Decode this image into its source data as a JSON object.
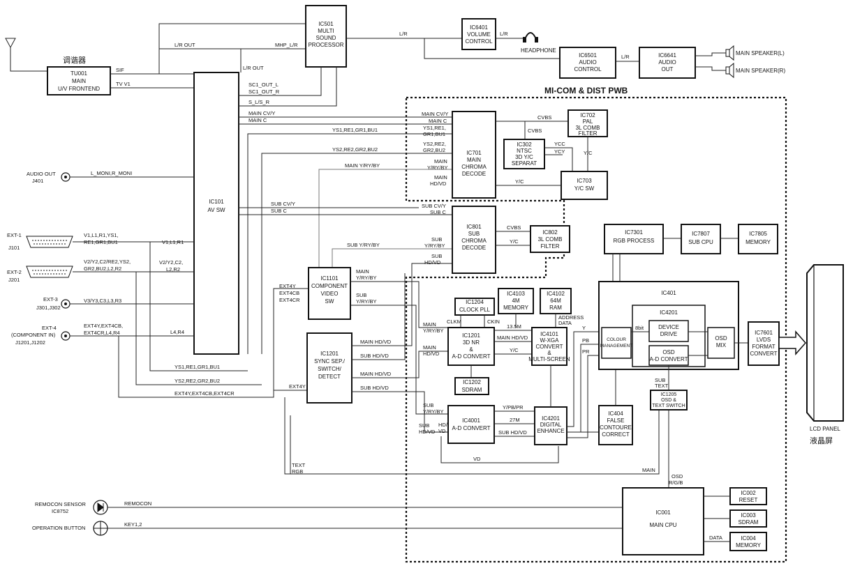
{
  "title": "MI-COM & DIST PWB",
  "blocks": {
    "tu001": [
      "TU001",
      "MAIN",
      "U/V FRONTEND"
    ],
    "tuner_cn": "调谐器",
    "ic501": [
      "IC501",
      "MULTI",
      "SOUND",
      "PROCESSOR"
    ],
    "ic6401": [
      "IC6401",
      "VOLUME",
      "CONTROL"
    ],
    "headphone": "HEADPHONE",
    "ic6501": [
      "IC6501",
      "AUDIO",
      "CONTROL"
    ],
    "ic6641": [
      "IC6641",
      "AUDIO",
      "OUT"
    ],
    "speaker_l": "MAIN SPEAKER(L)",
    "speaker_r": "MAIN SPEAKER(R)",
    "ic101": [
      "IC101",
      "AV SW"
    ],
    "ic701": [
      "IC701",
      "MAIN",
      "CHROMA",
      "DECODE"
    ],
    "ic702": [
      "IC702",
      "PAL",
      "3L COMB",
      "FILTER"
    ],
    "ic302": [
      "IC302",
      "NTSC",
      "3D Y/C",
      "SEPARAT"
    ],
    "ic703": [
      "IC703",
      "Y/C SW"
    ],
    "ic801": [
      "IC801",
      "SUB",
      "CHROMA",
      "DECODE"
    ],
    "ic802": [
      "IC802",
      "3L COMB",
      "FILTER"
    ],
    "ic7301": [
      "IC7301",
      "RGB PROCESS"
    ],
    "ic7807": [
      "IC7807",
      "SUB CPU"
    ],
    "ic7805": [
      "IC7805",
      "MEMORY"
    ],
    "ic1101": [
      "IC1101",
      "COMPONENT",
      "VIDEO",
      "SW"
    ],
    "ic1201s": [
      "IC1201",
      "SYNC SEP./",
      "SWITCH/",
      "DETECT"
    ],
    "ic1204": [
      "IC1204",
      "CLOCK PLL"
    ],
    "ic4103": [
      "IC4103",
      "4M",
      "MEMORY"
    ],
    "ic4102": [
      "IC4102",
      "64M",
      "RAM"
    ],
    "ic1201n": [
      "IC1201",
      "3D NR",
      "&",
      "A-D CONVERT"
    ],
    "ic4101": [
      "IC4101",
      "W-XGA",
      "CONVERT",
      "&",
      "MULTI-SCREEN"
    ],
    "ic1202": [
      "IC1202",
      "SDRAM"
    ],
    "ic4001": [
      "IC4001",
      "A-D CONVERT"
    ],
    "ic4201d": [
      "IC4201",
      "DIGITAL",
      "ENHANCE"
    ],
    "ic404": [
      "IC404",
      "FALSE",
      "CONTOURE",
      "CORRECT"
    ],
    "ic401": "IC401",
    "colour": [
      "COLOUR",
      "MANAGEMENT"
    ],
    "ic4201": "IC4201",
    "device_drive": [
      "DEVICE",
      "DRIVE"
    ],
    "osd_ad": [
      "OSD",
      "A-D CONVERT"
    ],
    "osd_mix": [
      "OSD",
      "MIX"
    ],
    "ic7601": [
      "IC7601",
      "LVDS",
      "FORMAT",
      "CONVERT"
    ],
    "ic1205": [
      "IC1205",
      "OSD &",
      "TEXT SWITCH"
    ],
    "ic001": [
      "IC001",
      "MAIN CPU"
    ],
    "ic002": [
      "IC002",
      "RESET"
    ],
    "ic003": [
      "IC003",
      "SDRAM"
    ],
    "ic004": [
      "IC004",
      "MEMORY"
    ],
    "lcd": "LCD PANEL",
    "lcd_cn": "液晶屏"
  },
  "connectors": {
    "audio_out": [
      "AUDIO OUT",
      "J401"
    ],
    "ext1": [
      "EXT-1",
      "J101"
    ],
    "ext2": [
      "EXT-2",
      "J201"
    ],
    "ext3": [
      "EXT-3",
      "J301,J302"
    ],
    "ext4": [
      "EXT-4",
      "(COMPONENT IN)",
      "J1201,J1202"
    ],
    "remocon_sensor": [
      "REMOCON SENSOR",
      "IC8752"
    ],
    "operation_button": "OPERATION BUTTON"
  },
  "signals": {
    "sif": "SIF",
    "tv_v1": "TV V1",
    "lr_out": "L/R OUT",
    "mhp_lr": "MHP_L/R",
    "lr_out2": "L/R OUT",
    "lr": "L/R",
    "lr2": "L/R",
    "lr3": "L/R",
    "sc1_out_l": "SC1_OUT_L",
    "sc1_out_r": "SC1_OUT_R",
    "s_l_s_r": "S_L/S_R",
    "main_cv_y": "MAIN CV/Y",
    "main_c": "MAIN C",
    "ys1": "YS1,RE1,GR1,BU1",
    "ys2": "YS2,RE2,GR2,BU2",
    "l_moni": "L_MONI,R_MONI",
    "main_y_ry_by": "MAIN Y/RY/BY",
    "sub_cv_y": "SUB CV/Y",
    "sub_c": "SUB C",
    "sub_y_ry_by": "SUB Y/RY/BY",
    "ext1_sig": [
      "V1,L1,R1,YS1,",
      "RE1,GR1,BU1"
    ],
    "v1l1r1": "V1,L1,R1",
    "ext2_sig": [
      "V2/Y2,C2/RE2,YS2,",
      "GR2,BU2,L2,R2"
    ],
    "v2y2": [
      "V2/Y2,C2,",
      "L2,R2"
    ],
    "ext3_sig": "V3/Y3,C3,L3,R3",
    "ext4_sig": [
      "EXT4Y,EXT4CB,",
      "EXT4CR,L4,R4"
    ],
    "l4r4": "L4,R4",
    "ext4y_stack": [
      "EXT4Y",
      "EXT4CB",
      "EXT4CR"
    ],
    "ys1_bottom": "YS1,RE1,GR1,BU1",
    "ys2_bottom": "YS2,RE2,GR2,BU2",
    "ext4y_bottom": "EXT4Y,EXT4CB,EXT4CR",
    "ext4y": "EXT4Y",
    "main_hd_vd": "MAIN HD/VD",
    "sub_hd_vd": "SUB HD/VD",
    "main_y_ry_by2": [
      "MAIN",
      "Y/RY/BY"
    ],
    "sub_y_ry_by2": [
      "SUB",
      "Y/RY/BY"
    ],
    "cvbs": "CVBS",
    "cvbs2": "CVBS",
    "cvbs3": "CVBS",
    "ycc": "YCC",
    "ycy": "YCY",
    "yc": "Y/C",
    "yc2": "Y/C",
    "yc3": "Y/C",
    "main_cv_y_in": "MAIN CV/Y",
    "main_c_in": "MAIN C",
    "ys1_in": [
      "YS1,RE1,",
      "GR1,BU1"
    ],
    "ys2_in": [
      "YS2,RE2,",
      "GR2,BU2"
    ],
    "main_yrb_in": [
      "MAIN",
      "Y/RY/BY"
    ],
    "main_hdvd_in": [
      "MAIN",
      "HD/VD"
    ],
    "sub_cvy_in": "SUB CV/Y",
    "sub_c_in": "SUB C",
    "sub_yrb_in": [
      "SUB",
      "Y/RY/BY"
    ],
    "sub_hdvd_in": [
      "SUB",
      "HD/VD"
    ],
    "clkm": "CLKM",
    "ckin": "CKIN",
    "m135": "13.5M",
    "address": [
      "ADDRESS",
      "DATA"
    ],
    "main_yrb_a": [
      "MAIN",
      "Y/RY/BY"
    ],
    "main_hdvd_a": [
      "MAIN",
      "HD/VD"
    ],
    "main_hdvd_b": "MAIN HD/VD",
    "sub_yrb_a": [
      "SUB",
      "Y/RY/BY"
    ],
    "sub_hdvd_a": [
      "SUB",
      "HD/VD"
    ],
    "hdvd": [
      "HD/",
      "VD"
    ],
    "y_pb_pr": "Y/PB/PR",
    "m27": "27M",
    "sub_hdvd_b": "SUB HD/VD",
    "vd": "VD",
    "y": "Y",
    "pb": "PB",
    "pr": "PR",
    "bit8": "8bit",
    "sub_text": [
      "SUB",
      "TEXT"
    ],
    "text_rgb": [
      "TEXT",
      "RGB"
    ],
    "main": "MAIN",
    "osd_rgb": [
      "OSD",
      "R/G/B"
    ],
    "remocon": "REMOCON",
    "key12": "KEY1,2",
    "data": "DATA"
  }
}
